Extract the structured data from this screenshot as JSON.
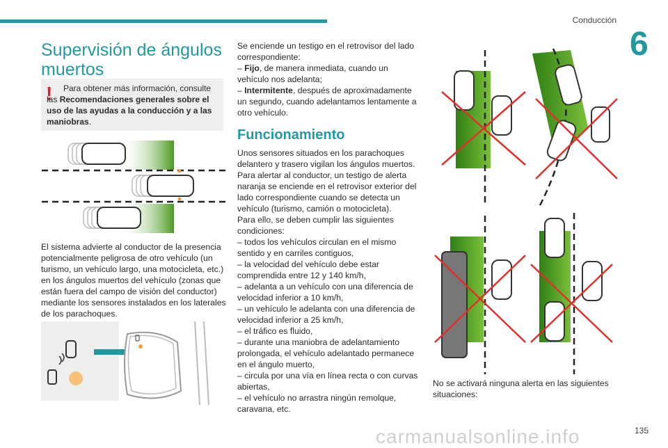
{
  "header": {
    "section": "Conducción",
    "chapter": "6"
  },
  "title": "Supervisión de ángulos muertos",
  "note": {
    "icon": "exclamation-icon",
    "pre": "Para obtener más información, consulte las ",
    "bold": "Recomendaciones generales sobre el uso de las ayudas a la conducción y a las maniobras",
    "post": "."
  },
  "left_para": "El sistema advierte al conductor de la presencia potencialmente peligrosa de otro vehículo (un turismo, un vehículo largo, una motocicleta, etc.) en los ángulos muertos del vehículo (zonas que están fuera del campo de visión del conductor) mediante los sensores instalados en los laterales de los parachoques.",
  "mid": {
    "intro": "Se enciende un testigo en el retrovisor del lado correspondiente:",
    "fijo_label": "Fijo",
    "fijo_text": ", de manera inmediata, cuando un vehículo nos adelanta;",
    "inter_label": "Intermitente",
    "inter_text": ", después de aproximadamente un segundo, cuando adelantamos lentamente a otro vehículo.",
    "heading": "Funcionamiento",
    "func_para": "Unos sensores situados en los parachoques delantero y trasero vigilan los ángulos muertos. Para alertar al conductor, un testigo de alerta naranja se enciende en el retrovisor exterior del lado correspondiente cuando se detecta un vehículo (turismo, camión o motocicleta).",
    "cond_intro": "Para ello, se deben cumplir las siguientes condiciones:",
    "conditions": [
      "– todos los vehículos circulan en el mismo sentido y en carriles contiguos,",
      "– la velocidad del vehículo debe estar comprendida entre 12 y 140 km/h,",
      "– adelanta a un vehículo con una diferencia de velocidad inferior a 10 km/h,",
      "– un vehículo le adelanta con una diferencia de velocidad inferior a 25 km/h,",
      "– el tráfico es fluido,",
      "– durante una maniobra de adelantamiento prolongada, el vehículo adelantado permanece en el ángulo muerto,",
      "– circula por una vía en línea recta o con curvas abiertas,",
      "– el vehículo no arrastra ningún remolque, caravana, etc."
    ]
  },
  "right_caption": "No se activará ninguna alerta en las siguientes situaciones:",
  "footer": {
    "watermark": "carmanualsonline.info",
    "page": "135"
  },
  "colors": {
    "accent": "#1f9aa0",
    "warning": "#d8232a",
    "zone_green": "#4a9a1e",
    "cross": "#e0302a"
  }
}
